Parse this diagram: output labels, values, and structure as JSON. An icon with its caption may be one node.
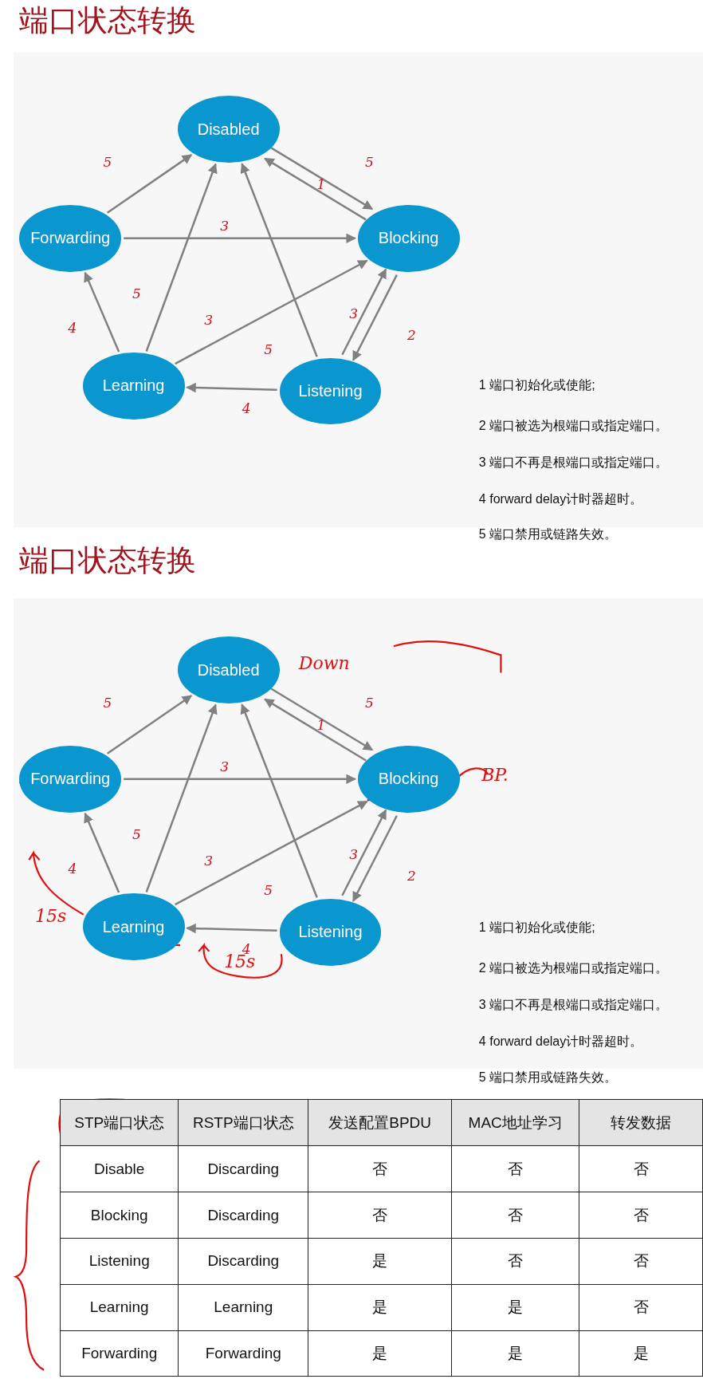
{
  "diagram": {
    "title": "端口状态转换",
    "nodes": [
      {
        "text": [
          "Disabled"
        ]
      },
      {
        "text": [
          "Forwarding"
        ]
      },
      {
        "text": [
          "Blocking"
        ]
      },
      {
        "text": [
          "Learning"
        ]
      },
      {
        "text": [
          "Listening"
        ]
      },
      {
        "text": [
          "Disabled"
        ]
      },
      {
        "text": [
          "Forwarding"
        ]
      },
      {
        "text": [
          "Blocking"
        ]
      },
      {
        "text": [
          "Learning"
        ]
      },
      {
        "text": [
          "Listening"
        ]
      }
    ],
    "edges": [
      {
        "from": 1,
        "to": 0,
        "arrow": "to",
        "label": "5"
      },
      {
        "from": 0,
        "to": 2,
        "arrow": "to",
        "label": "1"
      },
      {
        "from": 2,
        "to": 0,
        "arrow": "to",
        "label": "5"
      },
      {
        "from": 1,
        "to": 2,
        "arrow": "to",
        "label": "3"
      },
      {
        "from": 3,
        "to": 0,
        "arrow": "to",
        "label": "5"
      },
      {
        "from": 3,
        "to": 2,
        "arrow": "to",
        "label": "3"
      },
      {
        "from": 4,
        "to": 0,
        "arrow": "to",
        "label": "5"
      },
      {
        "from": 2,
        "to": 4,
        "arrow": "to",
        "label": "2"
      },
      {
        "from": 4,
        "to": 2,
        "arrow": "to",
        "label": "3"
      },
      {
        "from": 4,
        "to": 3,
        "arrow": "to",
        "label": "4"
      },
      {
        "from": 3,
        "to": 1,
        "arrow": "to",
        "label": "4"
      },
      {
        "from": 6,
        "to": 5,
        "arrow": "to",
        "label": "5"
      },
      {
        "from": 5,
        "to": 7,
        "arrow": "to",
        "label": "1"
      },
      {
        "from": 7,
        "to": 5,
        "arrow": "to",
        "label": "5"
      },
      {
        "from": 6,
        "to": 7,
        "arrow": "to",
        "label": "3"
      },
      {
        "from": 8,
        "to": 5,
        "arrow": "to",
        "label": "5"
      },
      {
        "from": 8,
        "to": 7,
        "arrow": "to",
        "label": "3"
      },
      {
        "from": 9,
        "to": 5,
        "arrow": "to",
        "label": "5"
      },
      {
        "from": 7,
        "to": 9,
        "arrow": "to",
        "label": "2"
      },
      {
        "from": 9,
        "to": 7,
        "arrow": "to",
        "label": "3"
      },
      {
        "from": 9,
        "to": 8,
        "arrow": "to",
        "label": "4"
      },
      {
        "from": 8,
        "to": 6,
        "arrow": "to",
        "label": "4"
      }
    ],
    "labels": [
      "1 端口初始化或使能;",
      "2 端口被选为根端口或指定端口。",
      "3 端口不再是根端口或指定端口。",
      "4 forward delay计时器超时。",
      "5 端口禁用或链路失效。",
      "端口状态转换",
      "Down",
      "BP.",
      "15s",
      "15s",
      "1 端口初始化或使能;",
      "2 端口被选为根端口或指定端口。",
      "3 端口不再是根端口或指定端口。",
      "4 forward delay计时器超时。",
      "5 端口禁用或链路失效。",
      "STP端口状态",
      "RSTP端口状态",
      "发送配置BPDU",
      "MAC地址学习",
      "转发数据",
      "Disable",
      "Discarding",
      "否",
      "否",
      "否",
      "Blocking",
      "Discarding",
      "否",
      "否",
      "否",
      "Listening",
      "Discarding",
      "是",
      "否",
      "否",
      "Learning",
      "Learning",
      "是",
      "是",
      "否",
      "Forwarding",
      "Forwarding",
      "是",
      "是",
      "是"
    ]
  }
}
